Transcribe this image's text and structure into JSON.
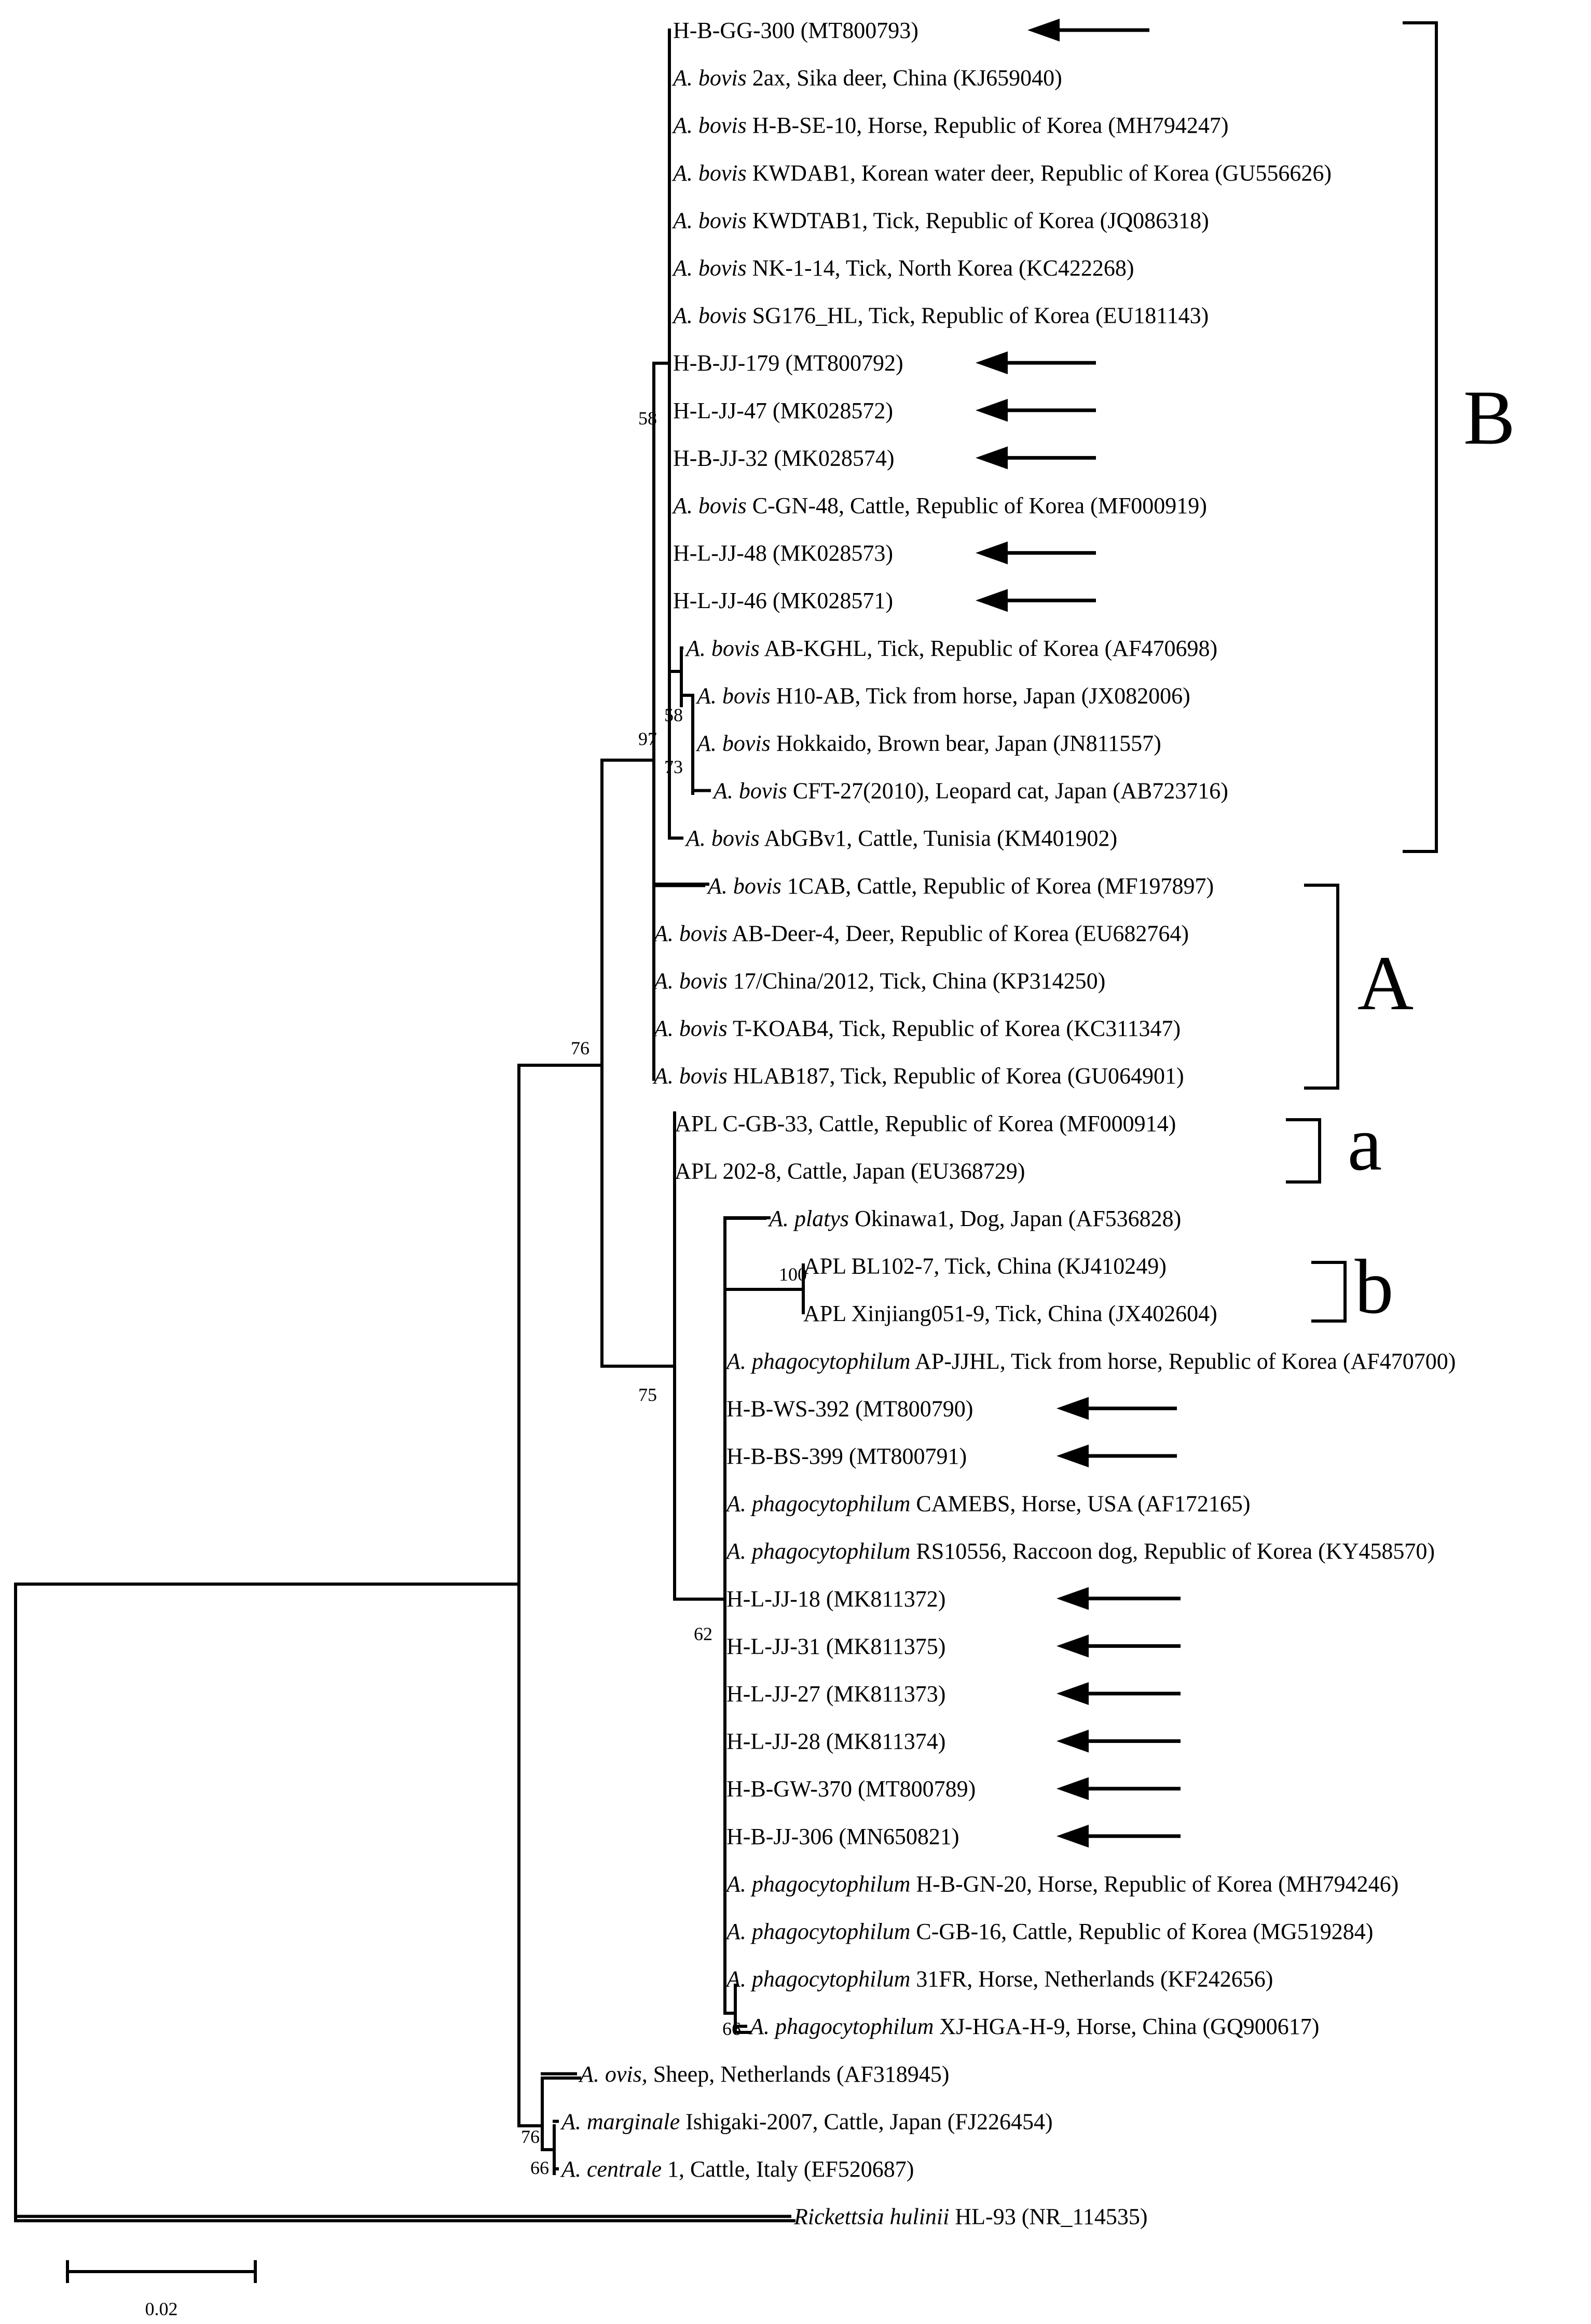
{
  "leaves": [
    {
      "sp": "",
      "rest": "H-B-GG-300 (MT800793)",
      "arrow": true
    },
    {
      "sp": "A. bovis",
      "rest": " 2ax, Sika deer, China (KJ659040)",
      "arrow": false
    },
    {
      "sp": "A. bovis",
      "rest": " H-B-SE-10, Horse, Republic of Korea (MH794247)",
      "arrow": false
    },
    {
      "sp": "A. bovis",
      "rest": " KWDAB1, Korean water deer, Republic of Korea (GU556626)",
      "arrow": false
    },
    {
      "sp": "A. bovis",
      "rest": " KWDTAB1, Tick, Republic of Korea (JQ086318)",
      "arrow": false
    },
    {
      "sp": "A. bovis",
      "rest": " NK-1-14, Tick, North Korea (KC422268)",
      "arrow": false
    },
    {
      "sp": "A. bovis",
      "rest": " SG176_HL, Tick, Republic of Korea (EU181143)",
      "arrow": false
    },
    {
      "sp": "",
      "rest": "H-B-JJ-179 (MT800792)",
      "arrow": true
    },
    {
      "sp": "",
      "rest": "H-L-JJ-47 (MK028572)",
      "arrow": true
    },
    {
      "sp": "",
      "rest": "H-B-JJ-32 (MK028574)",
      "arrow": true
    },
    {
      "sp": "A. bovis",
      "rest": " C-GN-48, Cattle, Republic of Korea (MF000919)",
      "arrow": false
    },
    {
      "sp": "",
      "rest": "H-L-JJ-48 (MK028573)",
      "arrow": true
    },
    {
      "sp": "",
      "rest": "H-L-JJ-46 (MK028571)",
      "arrow": true
    },
    {
      "sp": "A. bovis",
      "rest": " AB-KGHL, Tick, Republic of Korea (AF470698)",
      "arrow": false
    },
    {
      "sp": "A. bovis",
      "rest": " H10-AB, Tick from horse, Japan (JX082006)",
      "arrow": false
    },
    {
      "sp": "A. bovis",
      "rest": " Hokkaido, Brown bear, Japan (JN811557)",
      "arrow": false
    },
    {
      "sp": "A. bovis",
      "rest": " CFT-27(2010), Leopard cat, Japan (AB723716)",
      "arrow": false
    },
    {
      "sp": "A. bovis",
      "rest": " AbGBv1, Cattle, Tunisia (KM401902)",
      "arrow": false
    },
    {
      "sp": "A. bovis",
      "rest": " 1CAB, Cattle, Republic of Korea (MF197897)",
      "arrow": false
    },
    {
      "sp": "A. bovis",
      "rest": " AB-Deer-4, Deer, Republic of Korea (EU682764)",
      "arrow": false
    },
    {
      "sp": "A. bovis",
      "rest": " 17/China/2012, Tick, China (KP314250)",
      "arrow": false
    },
    {
      "sp": "A. bovis",
      "rest": " T-KOAB4, Tick, Republic of Korea (KC311347)",
      "arrow": false
    },
    {
      "sp": "A. bovis",
      "rest": " HLAB187, Tick, Republic of Korea (GU064901)",
      "arrow": false
    },
    {
      "sp": "",
      "rest": "APL C-GB-33, Cattle, Republic of Korea (MF000914)",
      "arrow": false
    },
    {
      "sp": "",
      "rest": "APL 202-8, Cattle, Japan (EU368729)",
      "arrow": false
    },
    {
      "sp": "A. platys",
      "rest": " Okinawa1, Dog, Japan (AF536828)",
      "arrow": false
    },
    {
      "sp": "",
      "rest": "APL BL102-7, Tick, China (KJ410249)",
      "arrow": false
    },
    {
      "sp": "",
      "rest": "APL Xinjiang051-9, Tick, China (JX402604)",
      "arrow": false
    },
    {
      "sp": "A. phagocytophilum",
      "rest": " AP-JJHL, Tick from horse, Republic of Korea (AF470700)",
      "arrow": false
    },
    {
      "sp": "",
      "rest": "H-B-WS-392 (MT800790)",
      "arrow": true
    },
    {
      "sp": "",
      "rest": "H-B-BS-399 (MT800791)",
      "arrow": true
    },
    {
      "sp": "A. phagocytophilum",
      "rest": " CAMEBS, Horse, USA (AF172165)",
      "arrow": false
    },
    {
      "sp": "A. phagocytophilum",
      "rest": " RS10556, Raccoon dog, Republic of Korea (KY458570)",
      "arrow": false
    },
    {
      "sp": "",
      "rest": "H-L-JJ-18 (MK811372)",
      "arrow": true
    },
    {
      "sp": "",
      "rest": "H-L-JJ-31 (MK811375)",
      "arrow": true
    },
    {
      "sp": "",
      "rest": "H-L-JJ-27 (MK811373)",
      "arrow": true
    },
    {
      "sp": "",
      "rest": "H-L-JJ-28 (MK811374)",
      "arrow": true
    },
    {
      "sp": "",
      "rest": "H-B-GW-370 (MT800789)",
      "arrow": true
    },
    {
      "sp": "",
      "rest": "H-B-JJ-306 (MN650821)",
      "arrow": true
    },
    {
      "sp": "A. phagocytophilum",
      "rest": " H-B-GN-20, Horse, Republic of Korea (MH794246)",
      "arrow": false
    },
    {
      "sp": "A. phagocytophilum",
      "rest": " C-GB-16, Cattle, Republic of Korea (MG519284)",
      "arrow": false
    },
    {
      "sp": "A. phagocytophilum",
      "rest": " 31FR, Horse, Netherlands (KF242656)",
      "arrow": false
    },
    {
      "sp": "A. phagocytophilum",
      "rest": " XJ-HGA-H-9, Horse, China (GQ900617)",
      "arrow": false
    },
    {
      "sp": "A. ovis,",
      "rest": " Sheep, Netherlands (AF318945)",
      "arrow": false
    },
    {
      "sp": "A. marginale",
      "rest": " Ishigaki-2007, Cattle, Japan (FJ226454)",
      "arrow": false
    },
    {
      "sp": "A. centrale",
      "rest": " 1, Cattle, Italy (EF520687)",
      "arrow": false
    },
    {
      "sp": "Rickettsia hulinii",
      "rest": " HL-93 (NR_114535)",
      "arrow": false
    }
  ],
  "bootstrap": [
    "58",
    "97",
    "58",
    "73",
    "76",
    "100",
    "75",
    "62",
    "66",
    "76",
    "66"
  ],
  "groups": [
    "B",
    "A",
    "a",
    "b"
  ],
  "scale": {
    "label": "0.02"
  }
}
